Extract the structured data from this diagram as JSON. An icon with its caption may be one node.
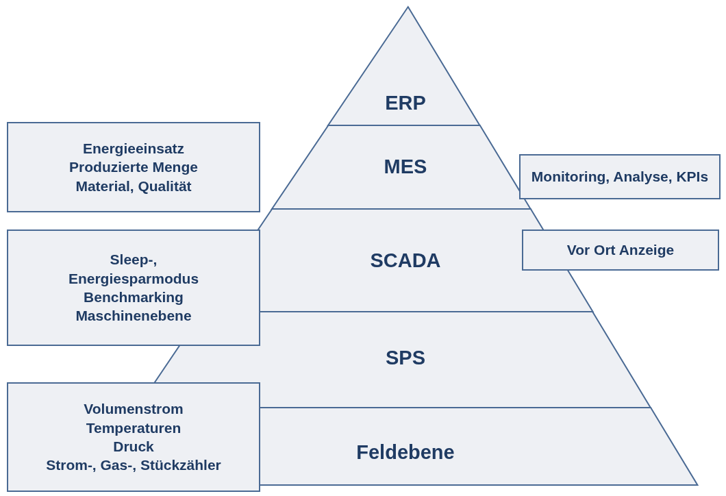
{
  "diagram": {
    "nodes": [
      {
        "text": [
          "ERP"
        ]
      },
      {
        "text": [
          "MES"
        ]
      },
      {
        "text": [
          "SCADA"
        ]
      },
      {
        "text": [
          "SPS"
        ]
      },
      {
        "text": [
          "Feldebene"
        ]
      },
      {
        "text": [
          "Energieeinsatz",
          "Produzierte Menge",
          "Material, Qualität"
        ]
      },
      {
        "text": [
          "Monitoring, Analyse, KPIs"
        ]
      },
      {
        "text": [
          "Sleep-, Energiesparmodus",
          "Benchmarking Maschinenebene"
        ]
      },
      {
        "text": [
          "Vor Ort Anzeige"
        ]
      },
      {
        "text": [
          "Volumenstrom",
          "Temperaturen",
          "Druck",
          "Strom-, Gas-, Stückzähler"
        ]
      }
    ],
    "edges": []
  }
}
